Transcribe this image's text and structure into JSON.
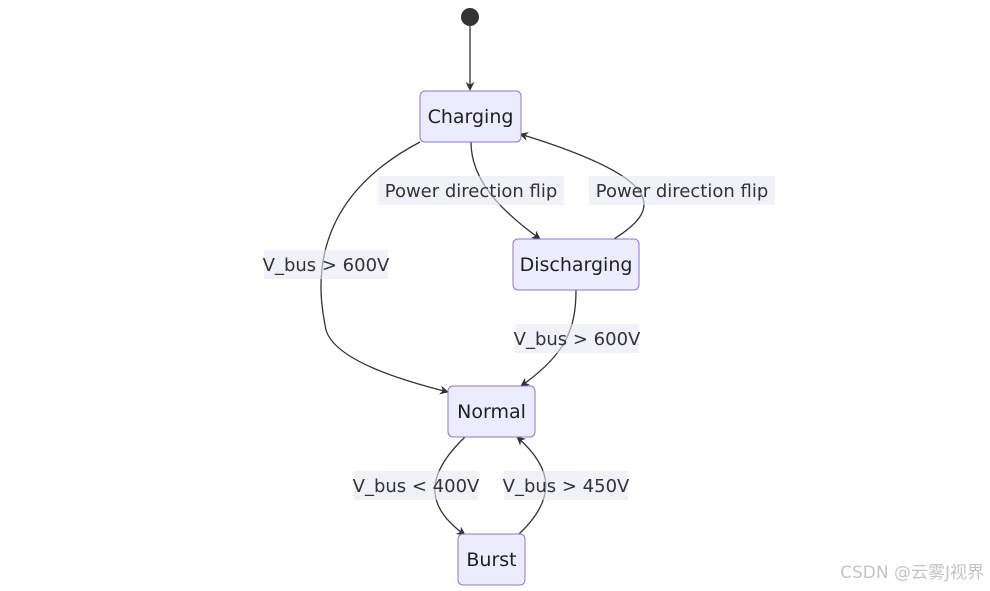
{
  "states": {
    "charging": "Charging",
    "discharging": "Discharging",
    "normal": "Normal",
    "burst": "Burst"
  },
  "transitions": {
    "charging_to_discharging": "Power direction flip",
    "discharging_to_charging": "Power direction flip",
    "charging_to_normal": "V_bus > 600V",
    "discharging_to_normal": "V_bus > 600V",
    "normal_to_burst": "V_bus < 400V",
    "burst_to_normal": "V_bus > 450V"
  },
  "watermark": "CSDN @云雾J视界",
  "colors": {
    "state_fill": "#ECECFF",
    "state_border": "#9370DB",
    "edge": "#333333",
    "start_node": "#333333"
  }
}
